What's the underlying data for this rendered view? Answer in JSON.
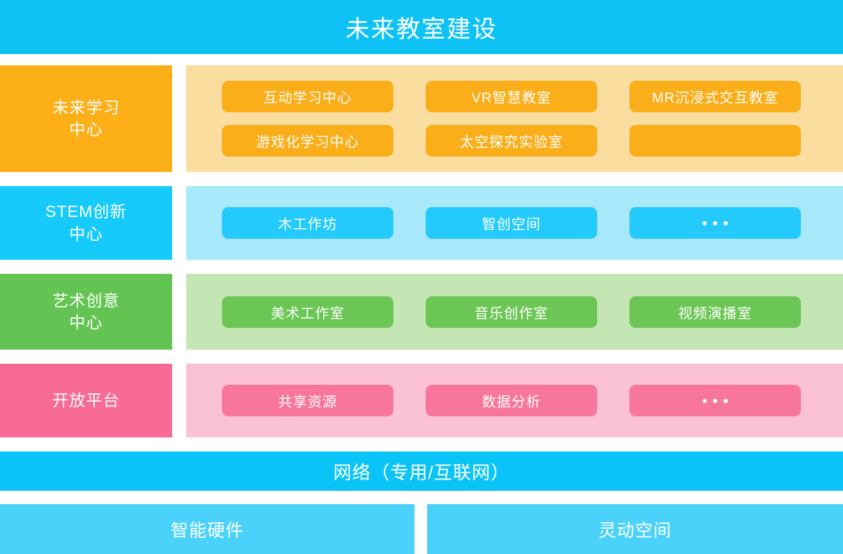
{
  "header": {
    "title": "未来教室建设",
    "bg_color": "#0FC2F5",
    "text_color": "#ffffff"
  },
  "rows": [
    {
      "id": "future",
      "label": "未来学习\n中心",
      "label_line1": "未来学习",
      "label_line2": "中心",
      "label_color": "#FCAF17",
      "panel_color": "#FBDE9F",
      "chip_color": "#FAAE19",
      "chip_lines": [
        [
          "互动学习中心",
          "VR智慧教室",
          "MR沉浸式交互教室"
        ],
        [
          "游戏化学习中心",
          "太空探究实验室"
        ]
      ]
    },
    {
      "id": "stem",
      "label_line1": "STEM创新",
      "label_line2": "中心",
      "label_color": "#16CAFA",
      "panel_color": "#A8E8FB",
      "chip_color": "#24CAFB",
      "chip_lines": [
        [
          "木工作坊",
          "智创空间",
          "···"
        ]
      ]
    },
    {
      "id": "art",
      "label_line1": "艺术创意",
      "label_line2": "中心",
      "label_color": "#64C453",
      "panel_color": "#C4E6B4",
      "chip_color": "#6CC655",
      "chip_lines": [
        [
          "美术工作室",
          "音乐创作室",
          "视频演播室"
        ]
      ]
    },
    {
      "id": "open",
      "label_line1": "开放平台",
      "label_line2": "",
      "label_color": "#F76B96",
      "panel_color": "#FBC2D5",
      "chip_color": "#F8769C",
      "chip_lines": [
        [
          "共享资源",
          "数据分析",
          "···"
        ]
      ]
    }
  ],
  "network": {
    "label": "网络（专用/互联网）",
    "bg_color": "#0BC4F7"
  },
  "bottom": {
    "left_label": "智能硬件",
    "right_label": "灵动空间",
    "bg_color": "#4BD2FB"
  }
}
